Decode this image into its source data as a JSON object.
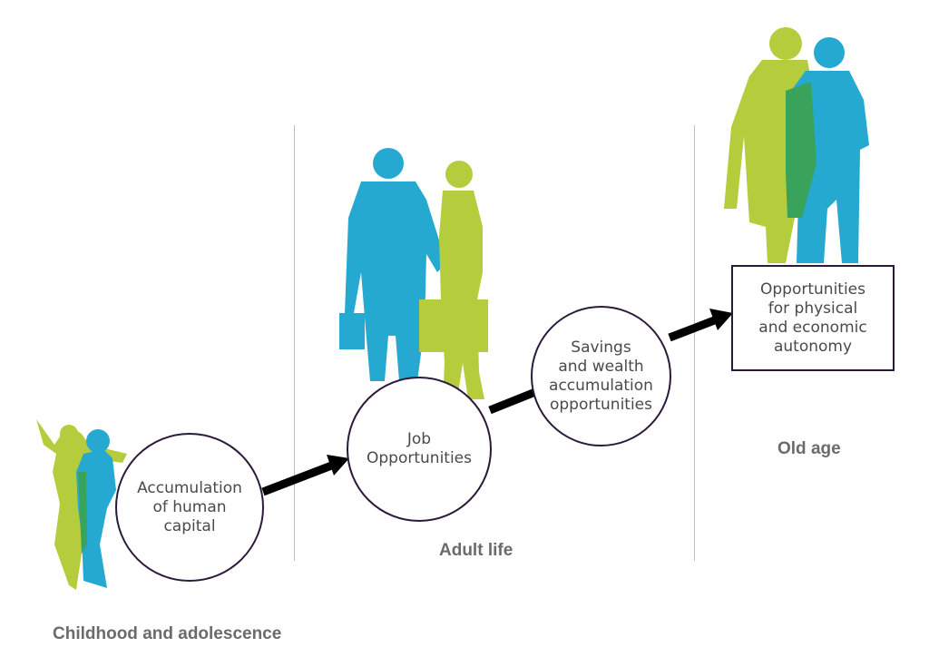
{
  "colors": {
    "green": "#b5cc3c",
    "blue": "#25a9d0",
    "overlap": "#3aa35b",
    "outline": "#2b1a3a",
    "arrow": "#000000",
    "label": "#6b6b6b",
    "node_text": "#4a4a4a",
    "divider": "#bdbdbd"
  },
  "nodes": {
    "human_capital": "Accumulation\nof human\ncapital",
    "job": "Job\nOpportunities",
    "savings": "Savings\nand wealth\naccumulation\nopportunities",
    "autonomy": "Opportunities\nfor physical\nand economic\nautonomy"
  },
  "stages": {
    "childhood": "Childhood and adolescence",
    "adult": "Adult life",
    "old_age": "Old age"
  },
  "figures": {
    "childhood": "children-silhouettes-icon",
    "adult": "business-couple-silhouettes-icon",
    "old_age": "elderly-couple-silhouettes-icon"
  }
}
